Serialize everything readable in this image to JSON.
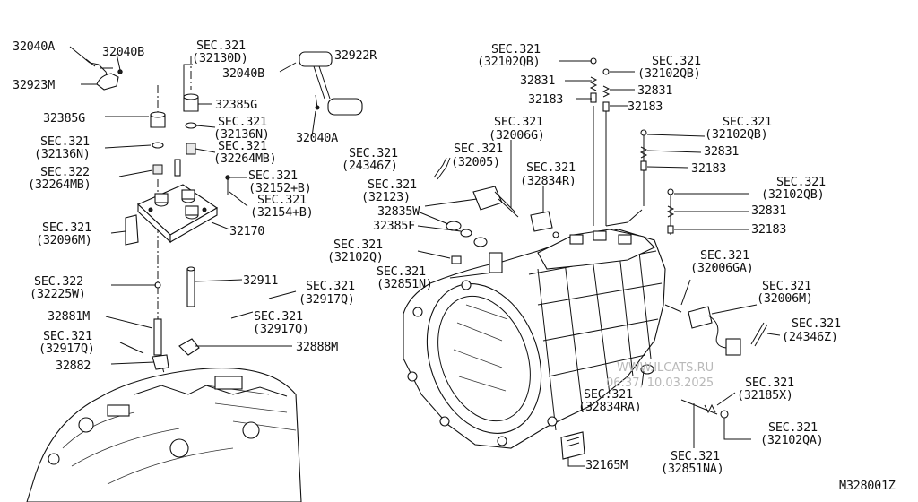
{
  "labels": {
    "l_32040A_top": "32040A",
    "l_32040B_top": "32040B",
    "l_32923M": "32923M",
    "l_sec321_32130D_a": "SEC.321",
    "l_sec321_32130D_b": "(32130D)",
    "l_32040B_mid": "32040B",
    "l_32922R": "32922R",
    "l_32385G_left": "32385G",
    "l_32385G_mid": "32385G",
    "l_sec321_32136N_left_a": "SEC.321",
    "l_sec321_32136N_left_b": "(32136N)",
    "l_sec321_32136N_mid_a": "SEC.321",
    "l_sec321_32136N_mid_b": "(32136N)",
    "l_sec321_32264MB_mid_a": "SEC.321",
    "l_sec321_32264MB_mid_b": "(32264MB)",
    "l_sec322_32264MB_left_a": "SEC.322",
    "l_sec322_32264MB_left_b": "(32264MB)",
    "l_32040A_mid": "32040A",
    "l_sec321_32152B_a": "SEC.321",
    "l_sec321_32152B_b": "(32152+B)",
    "l_sec321_32154B_a": "SEC.321",
    "l_sec321_32154B_b": "(32154+B)",
    "l_sec321_32096M_a": "SEC.321",
    "l_sec321_32096M_b": "(32096M)",
    "l_32170": "32170",
    "l_sec322_32225W_a": "SEC.322",
    "l_sec322_32225W_b": "(32225W)",
    "l_32911": "32911",
    "l_sec321_32917Q_1a": "SEC.321",
    "l_sec321_32917Q_1b": "(32917Q)",
    "l_sec321_32917Q_2a": "SEC.321",
    "l_sec321_32917Q_2b": "(32917Q)",
    "l_32881M": "32881M",
    "l_sec321_32917Q_3a": "SEC.321",
    "l_sec321_32917Q_3b": "(32917Q)",
    "l_32882": "32882",
    "l_32888M": "32888M",
    "l_sec321_32102QB_1a": "SEC.321",
    "l_sec321_32102QB_1b": "(32102QB)",
    "l_32831_1": "32831",
    "l_32183_1": "32183",
    "l_sec321_32102QB_2a": "SEC.321",
    "l_sec321_32102QB_2b": "(32102QB)",
    "l_32831_2": "32831",
    "l_32183_2": "32183",
    "l_sec321_32006G_a": "SEC.321",
    "l_sec321_32006G_b": "(32006G)",
    "l_sec321_32102QB_3a": "SEC.321",
    "l_sec321_32102QB_3b": "(32102QB)",
    "l_32831_3": "32831",
    "l_32183_3": "32183",
    "l_sec321_24346Z_top_a": "SEC.321",
    "l_sec321_24346Z_top_b": "(24346Z)",
    "l_sec321_32005_a": "SEC.321",
    "l_sec321_32005_b": "(32005)",
    "l_sec321_32834R_a": "SEC.321",
    "l_sec321_32834R_b": "(32834R)",
    "l_sec321_32123_a": "SEC.321",
    "l_sec321_32123_b": "(32123)",
    "l_sec321_32102QB_4a": "SEC.321",
    "l_sec321_32102QB_4b": "(32102QB)",
    "l_32835W": "32835W",
    "l_32831_4": "32831",
    "l_32385F": "32385F",
    "l_32183_4": "32183",
    "l_sec321_32102Q_a": "SEC.321",
    "l_sec321_32102Q_b": "(32102Q)",
    "l_sec321_32006GA_a": "SEC.321",
    "l_sec321_32006GA_b": "(32006GA)",
    "l_sec321_32851N_a": "SEC.321",
    "l_sec321_32851N_b": "(32851N)",
    "l_sec321_32006M_a": "SEC.321",
    "l_sec321_32006M_b": "(32006M)",
    "l_sec321_24346Z_right_a": "SEC.321",
    "l_sec321_24346Z_right_b": "(24346Z)",
    "l_sec321_32834RA_a": "SEC.321",
    "l_sec321_32834RA_b": "(32834RA)",
    "l_sec321_32185X_a": "SEC.321",
    "l_sec321_32185X_b": "(32185X)",
    "l_sec321_32102QA_a": "SEC.321",
    "l_sec321_32102QA_b": "(32102QA)",
    "l_sec321_32851NA_a": "SEC.321",
    "l_sec321_32851NA_b": "(32851NA)",
    "l_32165M": "32165M",
    "l_M328001Z": "M328001Z"
  },
  "watermark": {
    "site": "WWW.ILCATS.RU",
    "timestamp": "06:37, 10.03.2025"
  }
}
